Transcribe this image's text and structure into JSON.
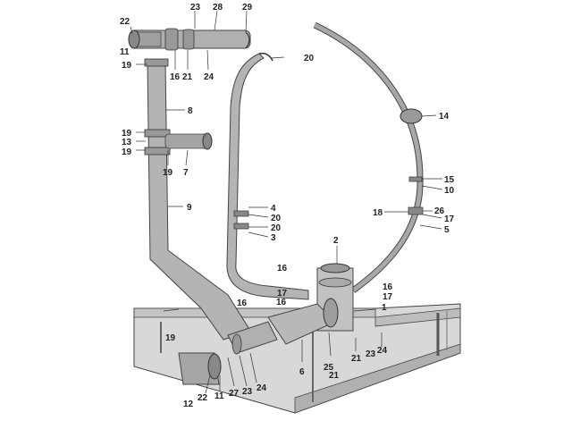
{
  "colors": {
    "line": "#333333",
    "pipe_fill": "#b9b9b9",
    "pipe_dark": "#8c8c8c",
    "frame_fill": "#d4d4d4",
    "label": "#222222"
  },
  "labels": {
    "l22a": "22",
    "l11a": "11",
    "l23a": "23",
    "l28": "28",
    "l29": "29",
    "l19a": "19",
    "l16a": "16",
    "l21a": "21",
    "l24a": "24",
    "l20a": "20",
    "l8": "8",
    "l19b": "19",
    "l13": "13",
    "l19c": "19",
    "l19d": "19",
    "l7": "7",
    "l14": "14",
    "l15": "15",
    "l10": "10",
    "l18": "18",
    "l26": "26",
    "l17a": "17",
    "l5": "5",
    "l9": "9",
    "l4": "4",
    "l20b": "20",
    "l20c": "20",
    "l3": "3",
    "l2": "2",
    "l16b": "16",
    "l16c": "16",
    "l17b": "17",
    "l17c": "17",
    "l16d": "16",
    "l16e": "16",
    "l1": "1",
    "l19e": "19",
    "l6": "6",
    "l25": "25",
    "l21b": "21",
    "l21c": "21",
    "l23b": "23",
    "l24b": "24",
    "l24c": "24",
    "l23c": "23",
    "l27": "27",
    "l11b": "11",
    "l22b": "22",
    "l12": "12"
  }
}
